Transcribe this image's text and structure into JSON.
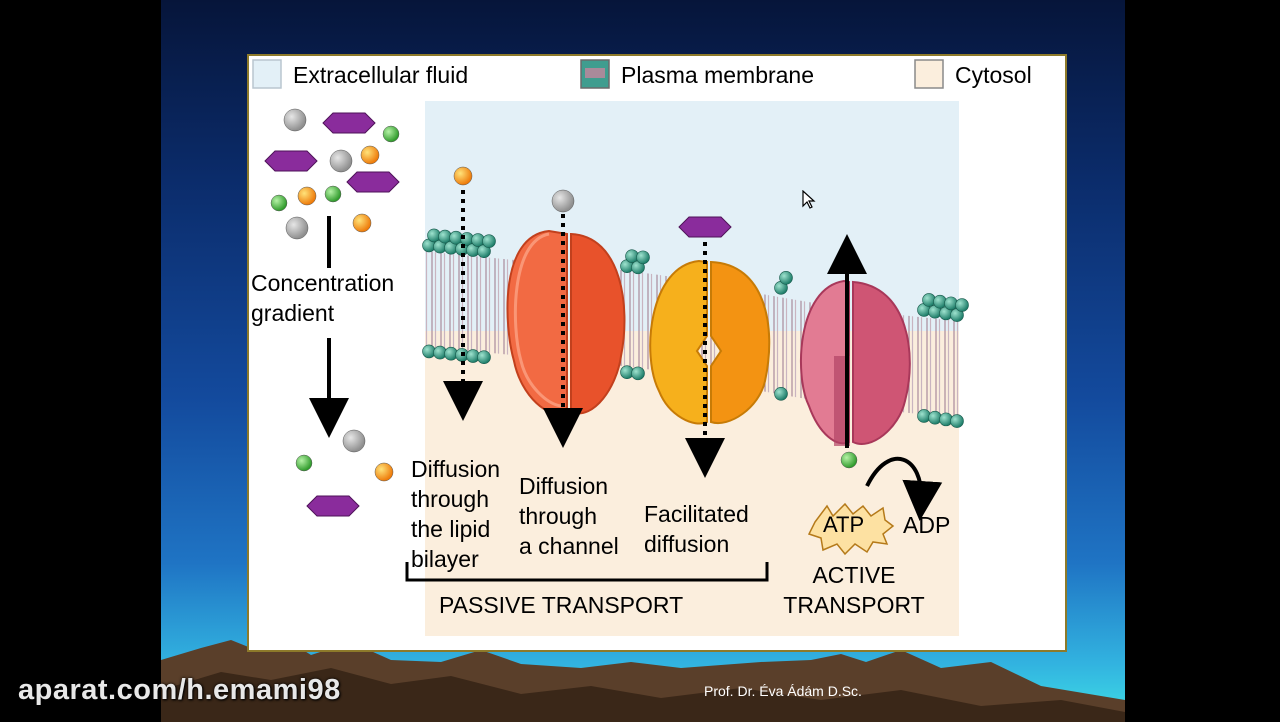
{
  "legend": {
    "extracellular": "Extracellular fluid",
    "membrane": "Plasma membrane",
    "cytosol": "Cytosol"
  },
  "gradient_label": [
    "Concentration",
    "gradient"
  ],
  "mechanisms": {
    "lipid": [
      "Diffusion",
      "through",
      "the lipid",
      "bilayer"
    ],
    "channel": [
      "Diffusion",
      "through",
      "a channel"
    ],
    "facilitated": [
      "Facilitated",
      "diffusion"
    ]
  },
  "passive_label": "PASSIVE TRANSPORT",
  "active_label": [
    "ACTIVE",
    "TRANSPORT"
  ],
  "atp": "ATP",
  "adp": "ADP",
  "watermark": "aparat.com/h.emami98",
  "author": "Prof. Dr.  Éva  Ádám  D.Sc.",
  "colors": {
    "extracellular": "#e3f0f7",
    "cytosol": "#fbeedd",
    "membrane_head": "#2f9f86",
    "channel_protein": "#f0633a",
    "carrier_protein": "#f3a71b",
    "pump_protein": "#d45b78",
    "solute_gray": "#a9a9a9",
    "solute_purple": "#8a2c9c",
    "solute_green": "#3dbb3a",
    "solute_orange": "#f39a12"
  }
}
